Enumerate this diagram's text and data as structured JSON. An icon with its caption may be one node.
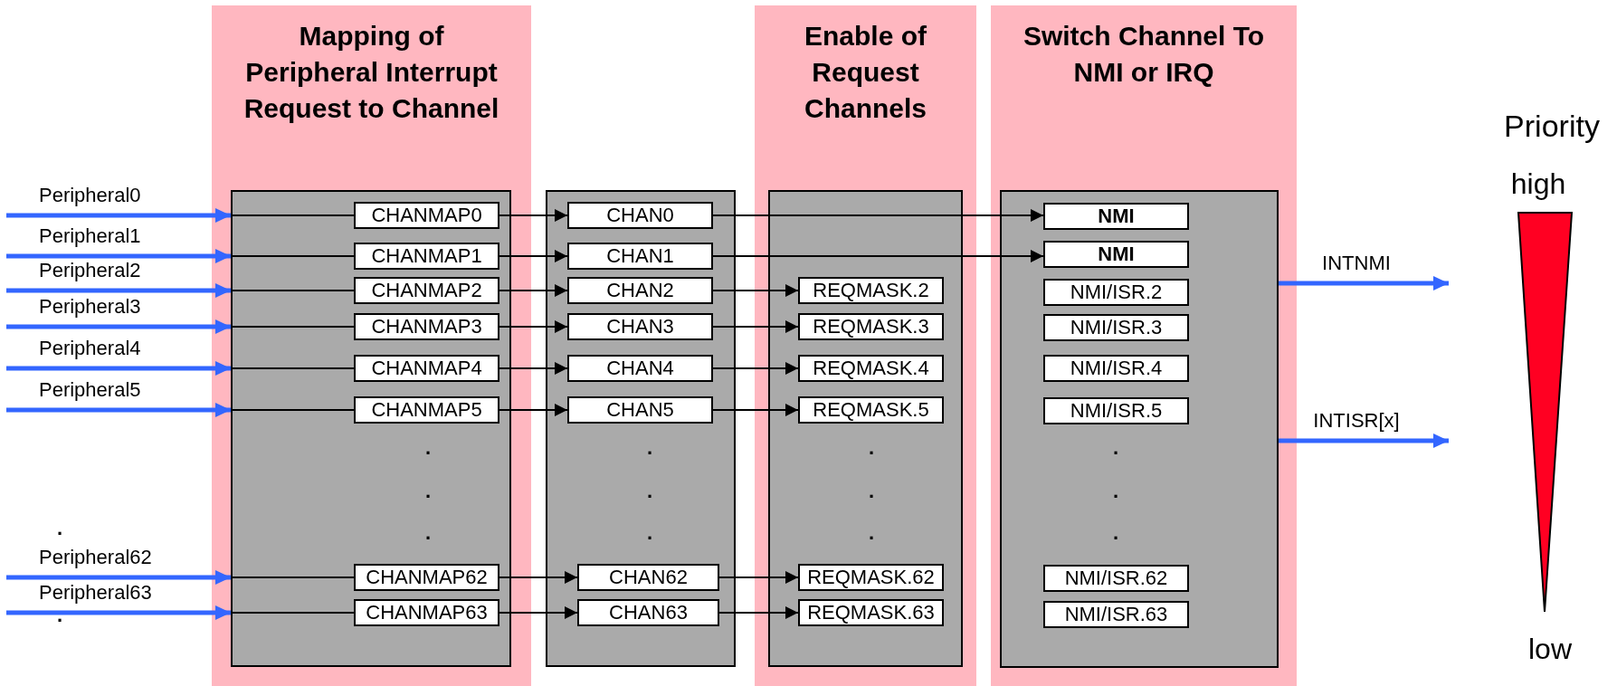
{
  "diagram": {
    "nodes": [
      {
        "text": [
          "Mapping of Peripheral Interrupt Request to Channel"
        ]
      },
      {
        "text": [],
        "shape": "box",
        "in": 0
      },
      {
        "text": [
          "CHANMAP0"
        ],
        "in": 1
      },
      {
        "text": [
          "CHANMAP1"
        ],
        "in": 1
      },
      {
        "text": [
          "CHANMAP2"
        ],
        "in": 1
      },
      {
        "text": [
          "CHANMAP3"
        ],
        "in": 1
      },
      {
        "text": [
          "CHANMAP4"
        ],
        "in": 1
      },
      {
        "text": [
          "CHANMAP5"
        ],
        "in": 1
      },
      {
        "text": [
          "CHANMAP62"
        ],
        "in": 1
      },
      {
        "text": [
          "CHANMAP63"
        ],
        "in": 1
      },
      {
        "text": [],
        "shape": "box"
      },
      {
        "text": [
          "CHAN0"
        ],
        "in": 10
      },
      {
        "text": [
          "CHAN1"
        ],
        "in": 10
      },
      {
        "text": [
          "CHAN2"
        ],
        "in": 10
      },
      {
        "text": [
          "CHAN3"
        ],
        "in": 10
      },
      {
        "text": [
          "CHAN4"
        ],
        "in": 10
      },
      {
        "text": [
          "CHAN5"
        ],
        "in": 10
      },
      {
        "text": [
          "CHAN62"
        ],
        "in": 10
      },
      {
        "text": [
          "CHAN63"
        ],
        "in": 10
      },
      {
        "text": [
          "Enable of Request Channels"
        ]
      },
      {
        "text": [],
        "shape": "box",
        "in": 19
      },
      {
        "text": [
          "REQMASK.2"
        ],
        "in": 20
      },
      {
        "text": [
          "REQMASK.3"
        ],
        "in": 20
      },
      {
        "text": [
          "REQMASK.4"
        ],
        "in": 20
      },
      {
        "text": [
          "REQMASK.5"
        ],
        "in": 20
      },
      {
        "text": [
          "REQMASK.62"
        ],
        "in": 20
      },
      {
        "text": [
          "REQMASK.63"
        ],
        "in": 20
      },
      {
        "text": [
          "Switch Channel To NMI or IRQ"
        ]
      },
      {
        "text": [],
        "shape": "box",
        "in": 27
      },
      {
        "text": [
          "NMI"
        ],
        "in": 28
      },
      {
        "text": [
          "NMI"
        ],
        "in": 28
      },
      {
        "text": [
          "NMI/ISR.2"
        ],
        "in": 28
      },
      {
        "text": [
          "NMI/ISR.3"
        ],
        "in": 28
      },
      {
        "text": [
          "NMI/ISR.4"
        ],
        "in": 28
      },
      {
        "text": [
          "NMI/ISR.5"
        ],
        "in": 28
      },
      {
        "text": [
          "NMI/ISR.62"
        ],
        "in": 28
      },
      {
        "text": [
          "NMI/ISR.63"
        ],
        "in": 28
      }
    ],
    "edges": [
      {
        "from": null,
        "to": 1,
        "arrow": "to",
        "label": "Peripheral0",
        "style": "thick",
        "color": "#3366ff"
      },
      {
        "from": 1,
        "to": 2,
        "arrow": "none"
      },
      {
        "from": 2,
        "to": 11,
        "arrow": "to"
      },
      {
        "from": 11,
        "to": 29,
        "arrow": "to"
      },
      {
        "from": null,
        "to": 1,
        "arrow": "to",
        "label": "Peripheral1",
        "style": "thick",
        "color": "#3366ff"
      },
      {
        "from": 1,
        "to": 3,
        "arrow": "none"
      },
      {
        "from": 3,
        "to": 12,
        "arrow": "to"
      },
      {
        "from": 12,
        "to": 30,
        "arrow": "to"
      },
      {
        "from": null,
        "to": 1,
        "arrow": "to",
        "label": "Peripheral2",
        "style": "thick",
        "color": "#3366ff"
      },
      {
        "from": 1,
        "to": 4,
        "arrow": "none"
      },
      {
        "from": 4,
        "to": 13,
        "arrow": "to"
      },
      {
        "from": 13,
        "to": 21,
        "arrow": "to"
      },
      {
        "from": null,
        "to": 1,
        "arrow": "to",
        "label": "Peripheral3",
        "style": "thick",
        "color": "#3366ff"
      },
      {
        "from": 1,
        "to": 5,
        "arrow": "none"
      },
      {
        "from": 5,
        "to": 14,
        "arrow": "to"
      },
      {
        "from": 14,
        "to": 22,
        "arrow": "to"
      },
      {
        "from": null,
        "to": 1,
        "arrow": "to",
        "label": "Peripheral4",
        "style": "thick",
        "color": "#3366ff"
      },
      {
        "from": 1,
        "to": 6,
        "arrow": "none"
      },
      {
        "from": 6,
        "to": 15,
        "arrow": "to"
      },
      {
        "from": 15,
        "to": 23,
        "arrow": "to"
      },
      {
        "from": null,
        "to": 1,
        "arrow": "to",
        "label": "Peripheral5",
        "style": "thick",
        "color": "#3366ff"
      },
      {
        "from": 1,
        "to": 7,
        "arrow": "none"
      },
      {
        "from": 7,
        "to": 16,
        "arrow": "to"
      },
      {
        "from": 16,
        "to": 24,
        "arrow": "to"
      },
      {
        "from": null,
        "to": 1,
        "arrow": "to",
        "label": "Peripheral62",
        "style": "thick",
        "color": "#3366ff"
      },
      {
        "from": 1,
        "to": 8,
        "arrow": "none"
      },
      {
        "from": 8,
        "to": 17,
        "arrow": "to"
      },
      {
        "from": 17,
        "to": 25,
        "arrow": "to"
      },
      {
        "from": null,
        "to": 1,
        "arrow": "to",
        "label": "Peripheral63",
        "style": "thick",
        "color": "#3366ff"
      },
      {
        "from": 1,
        "to": 9,
        "arrow": "none"
      },
      {
        "from": 9,
        "to": 18,
        "arrow": "to"
      },
      {
        "from": 18,
        "to": 26,
        "arrow": "to"
      },
      {
        "from": 28,
        "to": null,
        "arrow": "to",
        "label": "INTNMI",
        "style": "thick",
        "color": "#3366ff"
      },
      {
        "from": 28,
        "to": null,
        "arrow": "to",
        "label": "INTISR[x]",
        "style": "thick",
        "color": "#3366ff"
      }
    ],
    "labels": [
      "Priority",
      "high",
      ".",
      ".",
      ".",
      ".",
      ".",
      ".",
      ".",
      ".",
      ".",
      ".",
      ".",
      ".",
      ".",
      ".",
      "low"
    ]
  }
}
